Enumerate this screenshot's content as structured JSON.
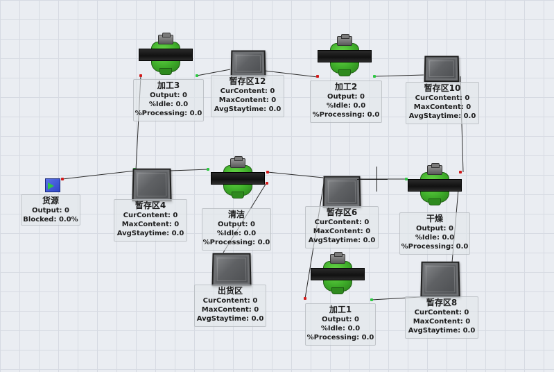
{
  "source": {
    "name": "货源",
    "stats": [
      {
        "label": "Output",
        "value": "0"
      },
      {
        "label": "Blocked",
        "value": "0.0%"
      }
    ]
  },
  "processors": [
    {
      "id": "jiagong3",
      "name": "加工3",
      "stats": [
        {
          "label": "Output",
          "value": "0"
        },
        {
          "label": "%Idle",
          "value": "0.0"
        },
        {
          "label": "%Processing",
          "value": "0.0"
        }
      ]
    },
    {
      "id": "jiagong2",
      "name": "加工2",
      "stats": [
        {
          "label": "Output",
          "value": "0"
        },
        {
          "label": "%Idle",
          "value": "0.0"
        },
        {
          "label": "%Processing",
          "value": "0.0"
        }
      ]
    },
    {
      "id": "qingxi",
      "name": "清洁",
      "stats": [
        {
          "label": "Output",
          "value": "0"
        },
        {
          "label": "%Idle",
          "value": "0.0"
        },
        {
          "label": "%Processing",
          "value": "0.0"
        }
      ]
    },
    {
      "id": "ganzao",
      "name": "干燥",
      "stats": [
        {
          "label": "Output",
          "value": "0"
        },
        {
          "label": "%Idle",
          "value": "0.0"
        },
        {
          "label": "%Processing",
          "value": "0.0"
        }
      ]
    },
    {
      "id": "jiagong1",
      "name": "加工1",
      "stats": [
        {
          "label": "Output",
          "value": "0"
        },
        {
          "label": "%Idle",
          "value": "0.0"
        },
        {
          "label": "%Processing",
          "value": "0.0"
        }
      ]
    }
  ],
  "queues": [
    {
      "id": "q12",
      "name": "暂存区12",
      "stats": [
        {
          "label": "CurContent",
          "value": "0"
        },
        {
          "label": "MaxContent",
          "value": "0"
        },
        {
          "label": "AvgStaytime",
          "value": "0.0"
        }
      ]
    },
    {
      "id": "q10",
      "name": "暂存区10",
      "stats": [
        {
          "label": "CurContent",
          "value": "0"
        },
        {
          "label": "MaxContent",
          "value": "0"
        },
        {
          "label": "AvgStaytime",
          "value": "0.0"
        }
      ]
    },
    {
      "id": "q4",
      "name": "暂存区4",
      "stats": [
        {
          "label": "CurContent",
          "value": "0"
        },
        {
          "label": "MaxContent",
          "value": "0"
        },
        {
          "label": "AvgStaytime",
          "value": "0.0"
        }
      ]
    },
    {
      "id": "q6",
      "name": "暂存区6",
      "stats": [
        {
          "label": "CurContent",
          "value": "0"
        },
        {
          "label": "MaxContent",
          "value": "0"
        },
        {
          "label": "AvgStaytime",
          "value": "0.0"
        }
      ]
    },
    {
      "id": "chuhuo",
      "name": "出货区",
      "stats": [
        {
          "label": "CurContent",
          "value": "0"
        },
        {
          "label": "MaxContent",
          "value": "0"
        },
        {
          "label": "AvgStaytime",
          "value": "0.0"
        }
      ]
    },
    {
      "id": "q8",
      "name": "暂存区8",
      "stats": [
        {
          "label": "CurContent",
          "value": "0"
        },
        {
          "label": "MaxContent",
          "value": "0"
        },
        {
          "label": "AvgStaytime",
          "value": "0.0"
        }
      ]
    }
  ]
}
